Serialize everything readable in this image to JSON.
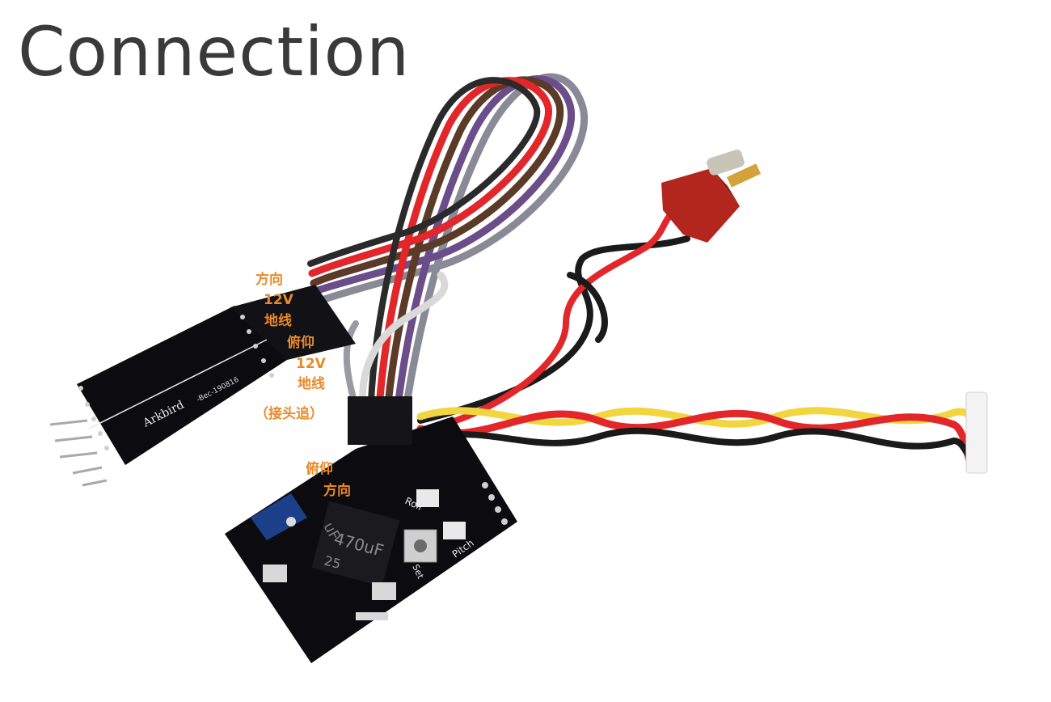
{
  "title": "Connection",
  "labels_group_1": [
    "方向",
    "12V",
    "地线",
    "俯仰",
    "12V",
    "地线",
    "（接头追）"
  ],
  "labels_group_2": [
    "俯仰",
    "方向"
  ],
  "board_print": {
    "brand": "Arkbird",
    "model": "-Bec-190816",
    "cap": "470uF",
    "cap_volt": "25",
    "roll": "Roll",
    "pitch": "Pitch",
    "set": "Set",
    "cap_prefix": "uF"
  },
  "colors": {
    "label": "#e98a2a",
    "title": "#3a3a3a",
    "pcb": "#0c0c10",
    "wire_red": "#e2262a",
    "wire_black": "#1a1a1a",
    "wire_yellow": "#f1d640",
    "wire_brown": "#5b3a28",
    "wire_purple": "#6b4d8a",
    "wire_gray": "#8a8a96",
    "connector": "#b3261e"
  }
}
